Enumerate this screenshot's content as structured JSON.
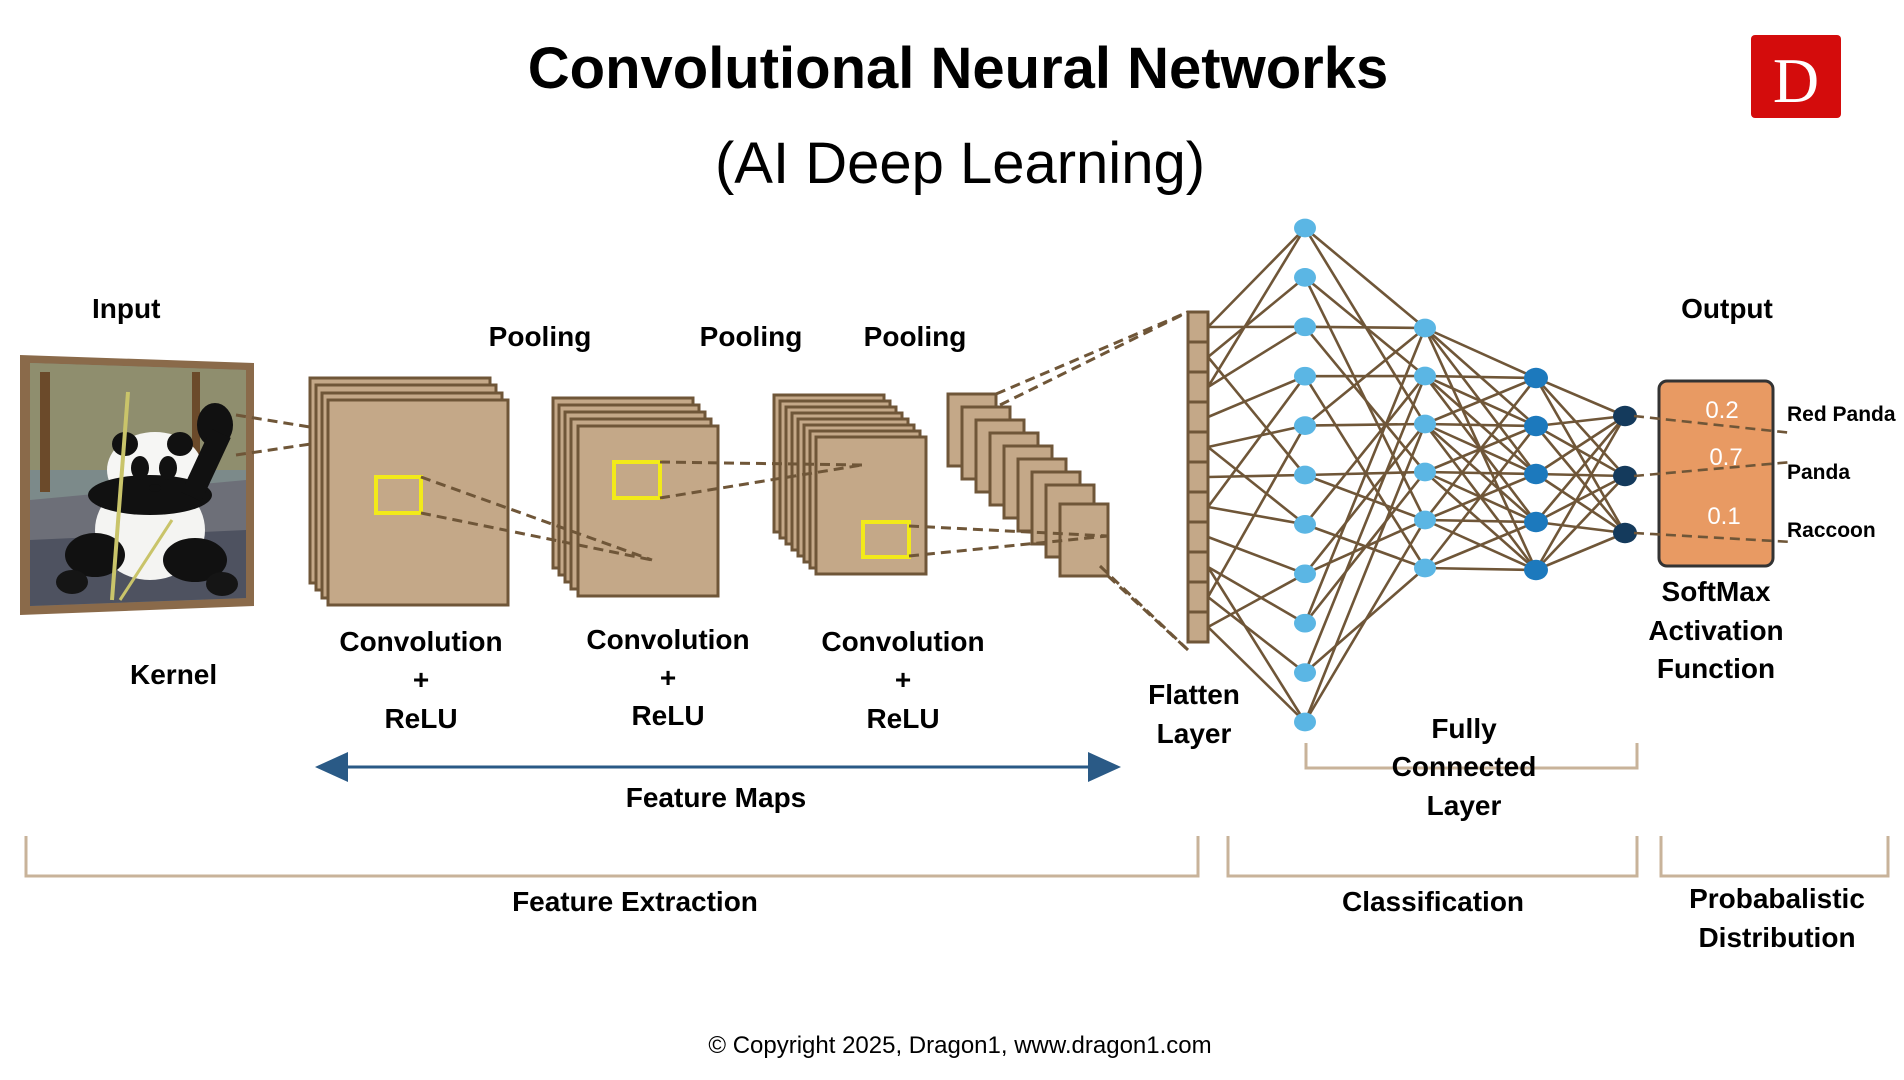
{
  "header": {
    "title": "Convolutional Neural Networks",
    "subtitle": "(AI Deep Learning)",
    "logo_letter": "D"
  },
  "input": {
    "label": "Input",
    "kernel_label": "Kernel"
  },
  "pooling_labels": [
    "Pooling",
    "Pooling",
    "Pooling"
  ],
  "conv_blocks": [
    {
      "line1": "Convolution",
      "line2": "+",
      "line3": "ReLU"
    },
    {
      "line1": "Convolution",
      "line2": "+",
      "line3": "ReLU"
    },
    {
      "line1": "Convolution",
      "line2": "+",
      "line3": "ReLU"
    }
  ],
  "feature_maps_label": "Feature Maps",
  "flatten": {
    "line1": "Flatten",
    "line2": "Layer"
  },
  "fully_connected": {
    "line1": "Fully",
    "line2": "Connected",
    "line3": "Layer"
  },
  "output": {
    "label": "Output",
    "values": [
      "0.2",
      "0.7",
      "0.1"
    ],
    "classes": [
      "Red Panda",
      "Panda",
      "Raccoon"
    ],
    "softmax": {
      "line1": "SoftMax",
      "line2": "Activation",
      "line3": "Function"
    }
  },
  "sections": {
    "feature_extraction": "Feature Extraction",
    "classification": "Classification",
    "probabilistic": {
      "line1": "Probabalistic",
      "line2": "Distribution"
    }
  },
  "footer": {
    "copyright": "© Copyright 2025, Dragon1, www.dragon1.com"
  },
  "colors": {
    "map_fill": "#c4a888",
    "map_stroke": "#6f5638",
    "kernel_box": "#f2ea1a",
    "connection": "#6f5638",
    "node_light": "#5bb6e4",
    "node_mid": "#1c79bd",
    "node_dark": "#143a5c",
    "softmax_fill": "#e89a63",
    "logo_red": "#d40c0c",
    "arrow_blue": "#2a5a86",
    "bracket": "#c8b39a"
  },
  "icons": {
    "logo": "dragon1-logo-icon",
    "input_image": "panda-photo-icon"
  }
}
